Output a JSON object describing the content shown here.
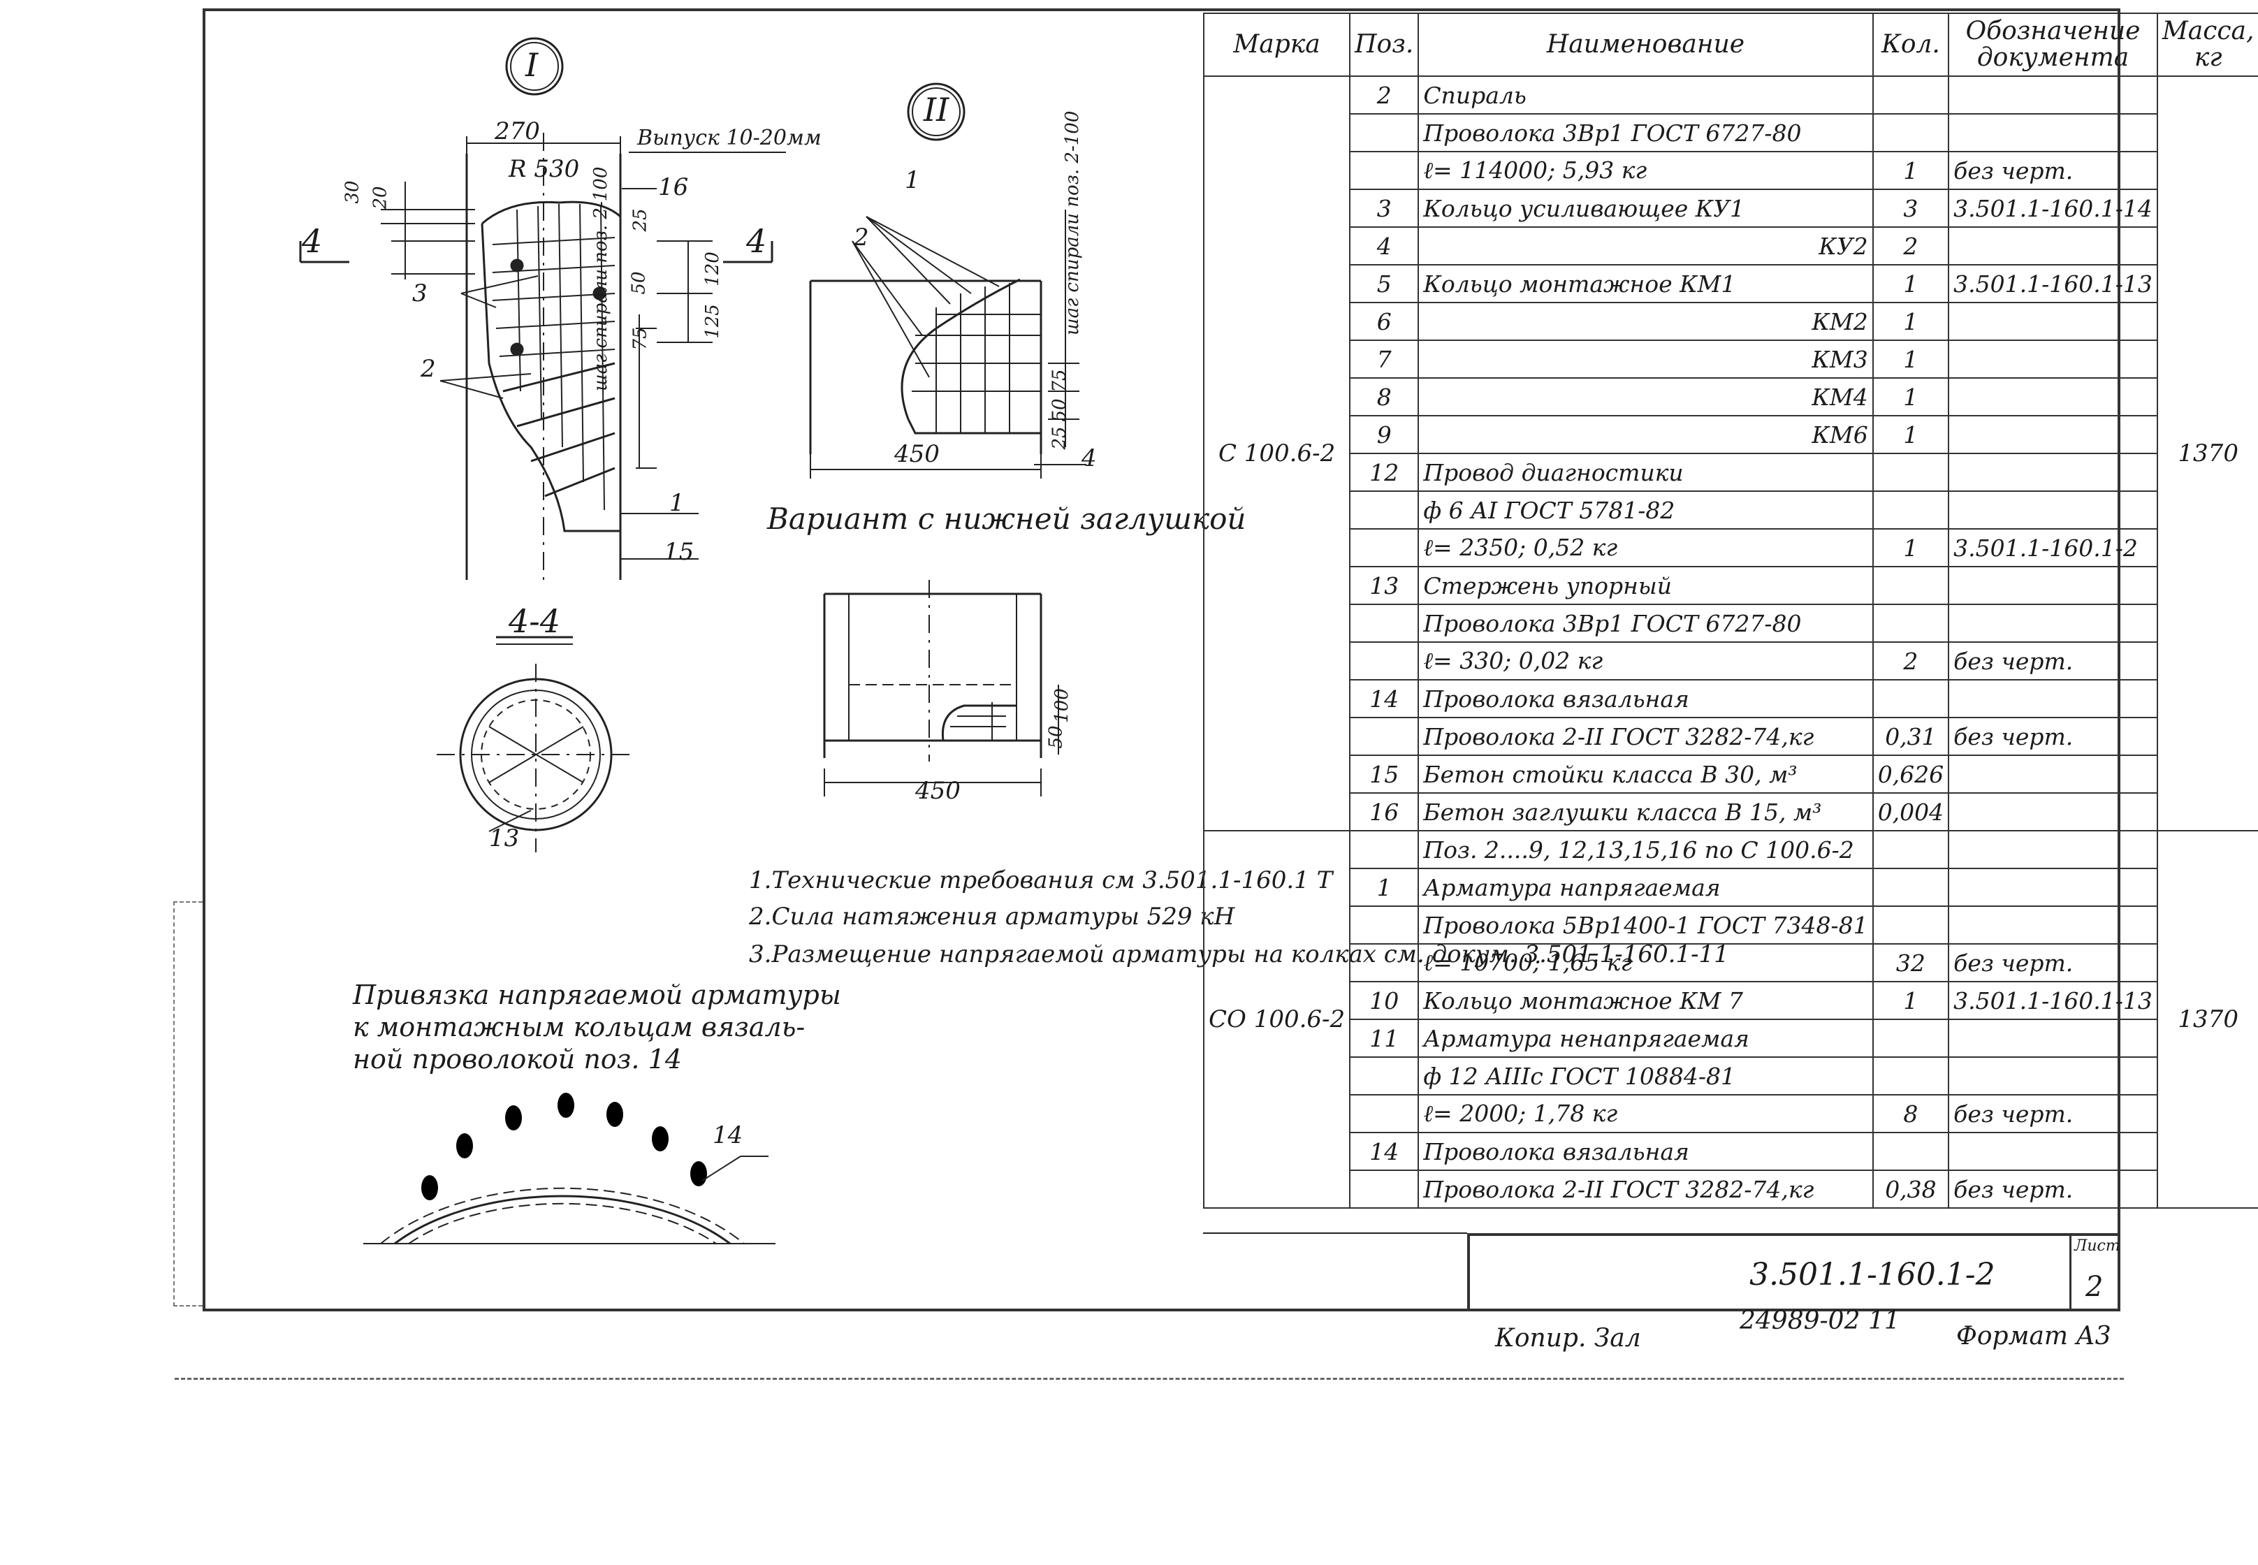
{
  "drawing": {
    "view1_marker": "I",
    "view2_marker": "II",
    "section_label": "4-4",
    "section_mark": "4",
    "view1_dims": {
      "width": "270",
      "release": "Выпуск 10-20мм",
      "radius": "R 530",
      "d30": "30",
      "d20": "20",
      "d25": "25",
      "d50": "50",
      "d120": "120",
      "d125": "125",
      "d75": "75",
      "spiral_step": "шаг спирали поз. 2-100"
    },
    "view1_positions": [
      "16",
      "3",
      "2",
      "1",
      "15",
      "13"
    ],
    "view2_positions": [
      "1",
      "2",
      "4"
    ],
    "view2_dims": {
      "width": "450",
      "spiral_step": "шаг спирали поз. 2-100",
      "d75": "75",
      "d50": "50",
      "d25": "25"
    },
    "variant_caption": "Вариант с нижней заглушкой",
    "variant_dims": {
      "width": "450",
      "d50": "50",
      "d100": "100"
    },
    "notes": [
      "1.Технические требования см 3.501.1-160.1 Т",
      "2.Сила натяжения арматуры 529 кН",
      "3.Размещение напрягаемой арматуры на колках см. докум. 3.501.1-160.1-11"
    ],
    "tie_caption": [
      "Привязка напрягаемой арматуры",
      "к монтажным кольцам вязаль-",
      "ной проволокой поз. 14"
    ],
    "tie_position": "14"
  },
  "table": {
    "headers": {
      "mark": "Марка",
      "pos": "Поз.",
      "name": "Наименование",
      "qty": "Кол.",
      "doc": "Обозначение документа",
      "mass": "Масса, кг"
    },
    "groups": [
      {
        "mark": "С 100.6-2",
        "mass": "1370",
        "rows": [
          {
            "pos": "2",
            "name": "Спираль",
            "qty": "",
            "doc": ""
          },
          {
            "pos": "",
            "name": "Проволока 3Вр1 ГОСТ 6727-80",
            "qty": "",
            "doc": ""
          },
          {
            "pos": "",
            "name": "ℓ= 114000; 5,93 кг",
            "qty": "1",
            "doc": "без черт."
          },
          {
            "pos": "3",
            "name": "Кольцо усиливающее КУ1",
            "qty": "3",
            "doc": "3.501.1-160.1-14"
          },
          {
            "pos": "4",
            "name": "КУ2",
            "qty": "2",
            "doc": "",
            "right": true
          },
          {
            "pos": "5",
            "name": "Кольцо монтажное КМ1",
            "qty": "1",
            "doc": "3.501.1-160.1-13"
          },
          {
            "pos": "6",
            "name": "КМ2",
            "qty": "1",
            "doc": "",
            "right": true
          },
          {
            "pos": "7",
            "name": "КМ3",
            "qty": "1",
            "doc": "",
            "right": true
          },
          {
            "pos": "8",
            "name": "КМ4",
            "qty": "1",
            "doc": "",
            "right": true
          },
          {
            "pos": "9",
            "name": "КМ6",
            "qty": "1",
            "doc": "",
            "right": true
          },
          {
            "pos": "12",
            "name": "Провод диагностики",
            "qty": "",
            "doc": ""
          },
          {
            "pos": "",
            "name": "ф 6 АI ГОСТ 5781-82",
            "qty": "",
            "doc": ""
          },
          {
            "pos": "",
            "name": "ℓ= 2350; 0,52 кг",
            "qty": "1",
            "doc": "3.501.1-160.1-2"
          },
          {
            "pos": "13",
            "name": "Стержень упорный",
            "qty": "",
            "doc": ""
          },
          {
            "pos": "",
            "name": "Проволока 3Вр1 ГОСТ 6727-80",
            "qty": "",
            "doc": ""
          },
          {
            "pos": "",
            "name": "ℓ= 330; 0,02 кг",
            "qty": "2",
            "doc": "без черт."
          },
          {
            "pos": "14",
            "name": "Проволока вязальная",
            "qty": "",
            "doc": ""
          },
          {
            "pos": "",
            "name": "Проволока 2-II ГОСТ 3282-74,кг",
            "qty": "0,31",
            "doc": "без черт."
          },
          {
            "pos": "15",
            "name": "Бетон стойки класса В 30, м³",
            "qty": "0,626",
            "doc": ""
          },
          {
            "pos": "16",
            "name": "Бетон заглушки класса В 15, м³",
            "qty": "0,004",
            "doc": ""
          }
        ]
      },
      {
        "mark": "СО 100.6-2",
        "mass": "1370",
        "rows": [
          {
            "pos": "",
            "name": "Поз. 2....9, 12,13,15,16 по С 100.6-2",
            "qty": "",
            "doc": ""
          },
          {
            "pos": "1",
            "name": "Арматура напрягаемая",
            "qty": "",
            "doc": ""
          },
          {
            "pos": "",
            "name": "Проволока 5Вр1400-1 ГОСТ 7348-81",
            "qty": "",
            "doc": ""
          },
          {
            "pos": "",
            "name": "ℓ= 10700; 1,65 кг",
            "qty": "32",
            "doc": "без черт."
          },
          {
            "pos": "10",
            "name": "Кольцо монтажное КМ 7",
            "qty": "1",
            "doc": "3.501.1-160.1-13"
          },
          {
            "pos": "11",
            "name": "Арматура ненапрягаемая",
            "qty": "",
            "doc": ""
          },
          {
            "pos": "",
            "name": "ф 12 АIIIс ГОСТ 10884-81",
            "qty": "",
            "doc": ""
          },
          {
            "pos": "",
            "name": "ℓ= 2000; 1,78 кг",
            "qty": "8",
            "doc": "без черт."
          },
          {
            "pos": "14",
            "name": "Проволока вязальная",
            "qty": "",
            "doc": ""
          },
          {
            "pos": "",
            "name": "Проволока 2-II ГОСТ 3282-74,кг",
            "qty": "0,38",
            "doc": "без черт."
          }
        ]
      }
    ]
  },
  "stamp": {
    "code": "3.501.1-160.1-2",
    "sheet_label": "Лист",
    "sheet": "2"
  },
  "footer": {
    "copied": "Копир. Зал",
    "order": "24989-02 11",
    "format": "Формат А3"
  }
}
